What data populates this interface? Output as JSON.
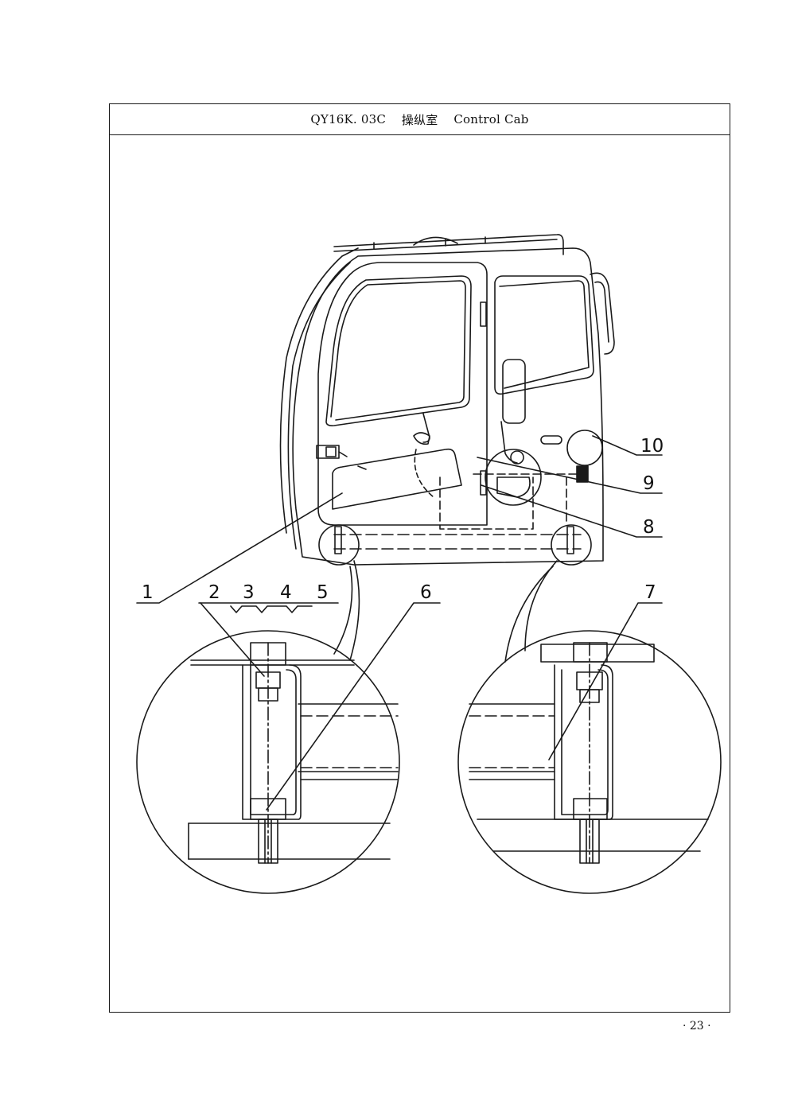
{
  "header": {
    "part_code": "QY16K. 03C",
    "title_cn": "操纵室",
    "title_en": "Control Cab"
  },
  "callouts": [
    "1",
    "2",
    "3",
    "4",
    "5",
    "6",
    "7",
    "8",
    "9",
    "10"
  ],
  "page_number": "· 23 ·"
}
